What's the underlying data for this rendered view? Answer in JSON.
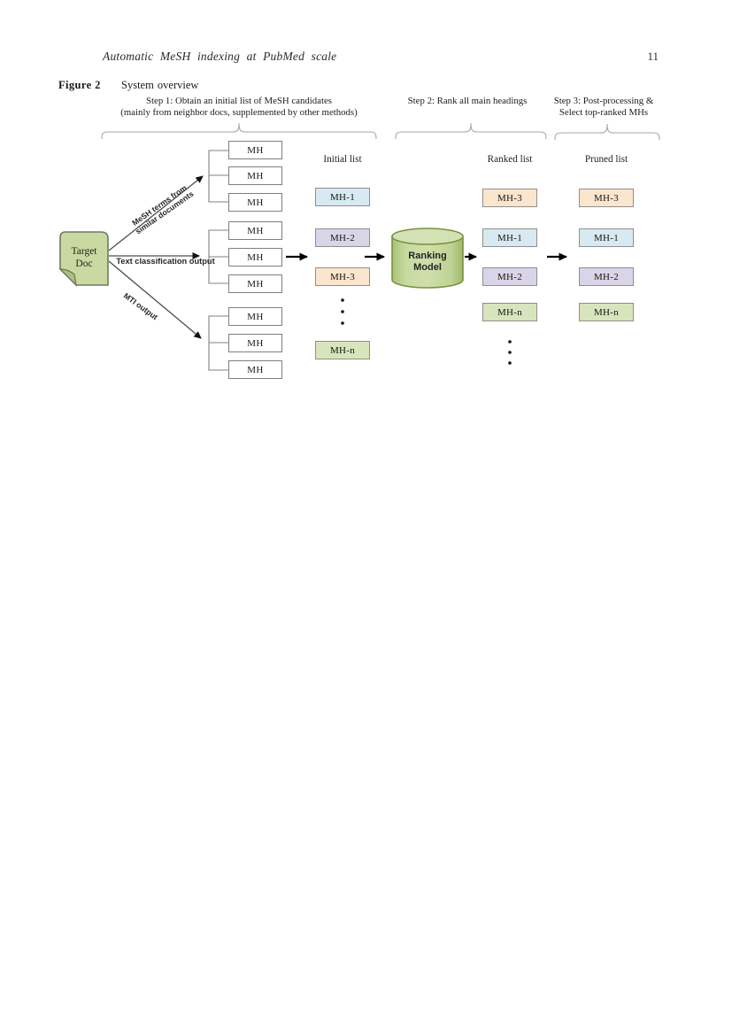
{
  "page": {
    "running_title": "Automatic MeSH indexing at PubMed scale",
    "page_number": "11"
  },
  "figure": {
    "label": "Figure 2",
    "caption": "System overview"
  },
  "steps": {
    "step1_line1": "Step 1: Obtain an initial list of MeSH candidates",
    "step1_line2": "(mainly from neighbor docs, supplemented by other methods)",
    "step2": "Step 2: Rank all main headings",
    "step3_line1": "Step 3: Post-processing &",
    "step3_line2": "Select top-ranked MHs"
  },
  "diagram": {
    "target_doc": {
      "line1": "Target",
      "line2": "Doc"
    },
    "arrows": {
      "similar_line1": "MeSH terms from",
      "similar_line2": "similar documents",
      "text_classification": "Text classification output",
      "mti": "MTI output"
    },
    "mh_label": "MH",
    "ranking_model": {
      "line1": "Ranking",
      "line2": "Model"
    },
    "columns": {
      "initial": {
        "header": "Initial list",
        "items": [
          {
            "label": "MH-1",
            "color": "#d7e9f1"
          },
          {
            "label": "MH-2",
            "color": "#dad4e8"
          },
          {
            "label": "MH-3",
            "color": "#fce5cd"
          },
          {
            "label": "MH-n",
            "color": "#d8e4bc"
          }
        ]
      },
      "ranked": {
        "header": "Ranked list",
        "items": [
          {
            "label": "MH-3",
            "color": "#fce5cd"
          },
          {
            "label": "MH-1",
            "color": "#d7e9f1"
          },
          {
            "label": "MH-2",
            "color": "#dad4e8"
          },
          {
            "label": "MH-n",
            "color": "#d8e4bc"
          }
        ]
      },
      "pruned": {
        "header": "Pruned list",
        "items": [
          {
            "label": "MH-3",
            "color": "#fce5cd"
          },
          {
            "label": "MH-1",
            "color": "#d7e9f1"
          },
          {
            "label": "MH-2",
            "color": "#dad4e8"
          },
          {
            "label": "MH-n",
            "color": "#d8e4bc"
          }
        ]
      }
    }
  },
  "colors": {
    "box_blue": "#d7e9f1",
    "box_purple": "#dad4e8",
    "box_orange": "#fce5cd",
    "box_green": "#d8e4bc",
    "doc_fill": "#cad9a1",
    "cylinder_fill": "#c3d69b",
    "cylinder_border": "#77933c",
    "box_border": "#7f7f7f",
    "brace_gray": "#a6a6a6",
    "arrow_black": "#000000"
  }
}
